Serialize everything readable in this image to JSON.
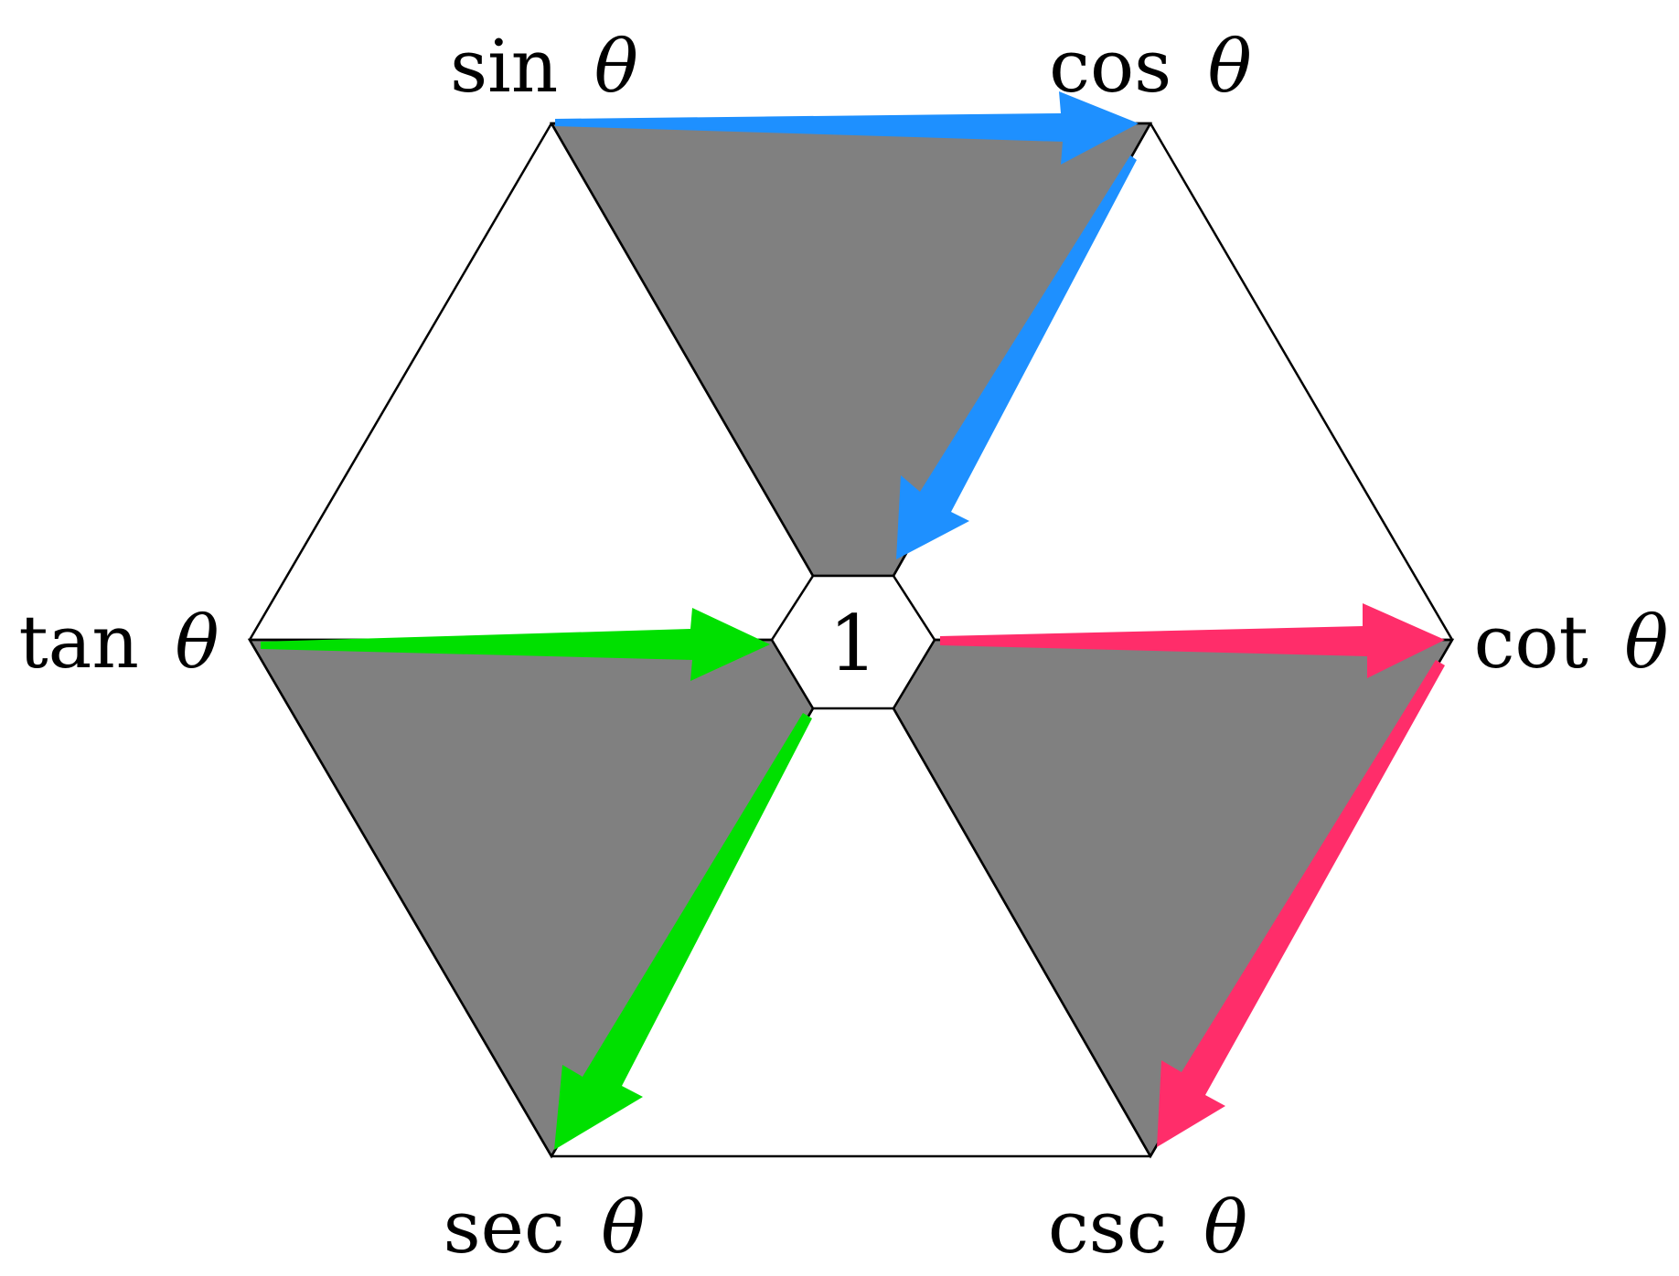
{
  "center": {
    "label": "1"
  },
  "labels": {
    "sin": {
      "name": "sin",
      "var": "θ"
    },
    "cos": {
      "name": "cos",
      "var": "θ"
    },
    "tan": {
      "name": "tan",
      "var": "θ"
    },
    "cot": {
      "name": "cot",
      "var": "θ"
    },
    "sec": {
      "name": "sec",
      "var": "θ"
    },
    "csc": {
      "name": "csc",
      "var": "θ"
    }
  },
  "colors": {
    "shade": "#808080",
    "outline": "#000000",
    "blue_arrows": "#1e90ff",
    "green_arrows": "#00e000",
    "pink_arrows": "#ff2d6a"
  },
  "shaded_triangles": [
    {
      "vertices": [
        "sin",
        "cos",
        "1"
      ]
    },
    {
      "vertices": [
        "tan",
        "sec",
        "1"
      ]
    },
    {
      "vertices": [
        "cot",
        "csc",
        "1"
      ]
    }
  ],
  "arrows": [
    {
      "from": "sin",
      "to": "cos",
      "color": "blue"
    },
    {
      "from": "cos",
      "to": "1",
      "color": "blue"
    },
    {
      "from": "tan",
      "to": "1",
      "color": "green"
    },
    {
      "from": "1",
      "to": "sec",
      "color": "green"
    },
    {
      "from": "1",
      "to": "cot",
      "color": "pink"
    },
    {
      "from": "cot",
      "to": "csc",
      "color": "pink"
    }
  ]
}
